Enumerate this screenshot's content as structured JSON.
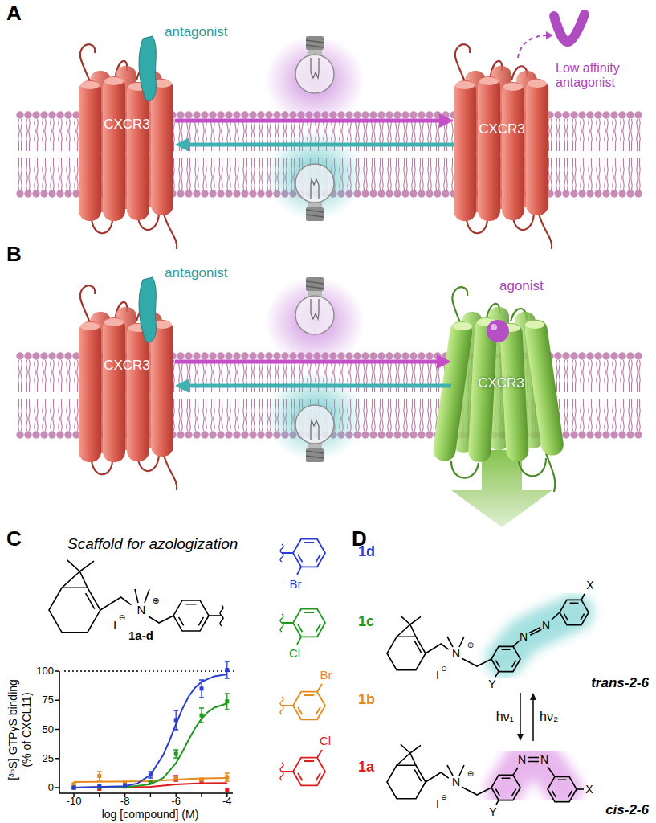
{
  "diagram": {
    "nodes": [
      {
        "text": [
          "CXCR3"
        ]
      },
      {
        "text": [
          "CXCR3"
        ]
      },
      {
        "text": [
          "CXCR3"
        ]
      },
      {
        "text": [
          "CXCR3"
        ]
      },
      {
        "text": [
          "trans-2-6"
        ]
      },
      {
        "text": [
          "cis-2-6"
        ]
      }
    ],
    "edges": [
      {
        "from": 0,
        "to": 1,
        "arrow": "to"
      },
      {
        "from": 1,
        "to": 0,
        "arrow": "to"
      },
      {
        "from": 2,
        "to": 3,
        "arrow": "to"
      },
      {
        "from": 3,
        "to": 2,
        "arrow": "to"
      },
      {
        "from": 4,
        "to": 5,
        "arrow": "to",
        "label": "hν₁"
      },
      {
        "from": 5,
        "to": 4,
        "arrow": "to",
        "label": "hν₂"
      }
    ],
    "labels": [
      "A",
      "antagonist",
      "Low affinity antagonist",
      "B",
      "antagonist",
      "agonist",
      "C",
      "Scaffold for azologization",
      "N",
      "⊕",
      "I",
      "⊖",
      "1a-d",
      "[³⁵S] GTPγS binding",
      "(% of CXCL11)",
      "100",
      "75",
      "50",
      "25",
      "0",
      "-10",
      "-8",
      "-6",
      "-4",
      "log [compound] (M)",
      "1d",
      "Br",
      "1c",
      "Cl",
      "1b",
      "Br",
      "1a",
      "Cl",
      "D",
      "N",
      "⊕",
      "I",
      "⊖",
      "N",
      "N",
      "X",
      "Y",
      "N",
      "⊕",
      "I",
      "⊖",
      "N",
      "N",
      "X",
      "Y"
    ]
  }
}
